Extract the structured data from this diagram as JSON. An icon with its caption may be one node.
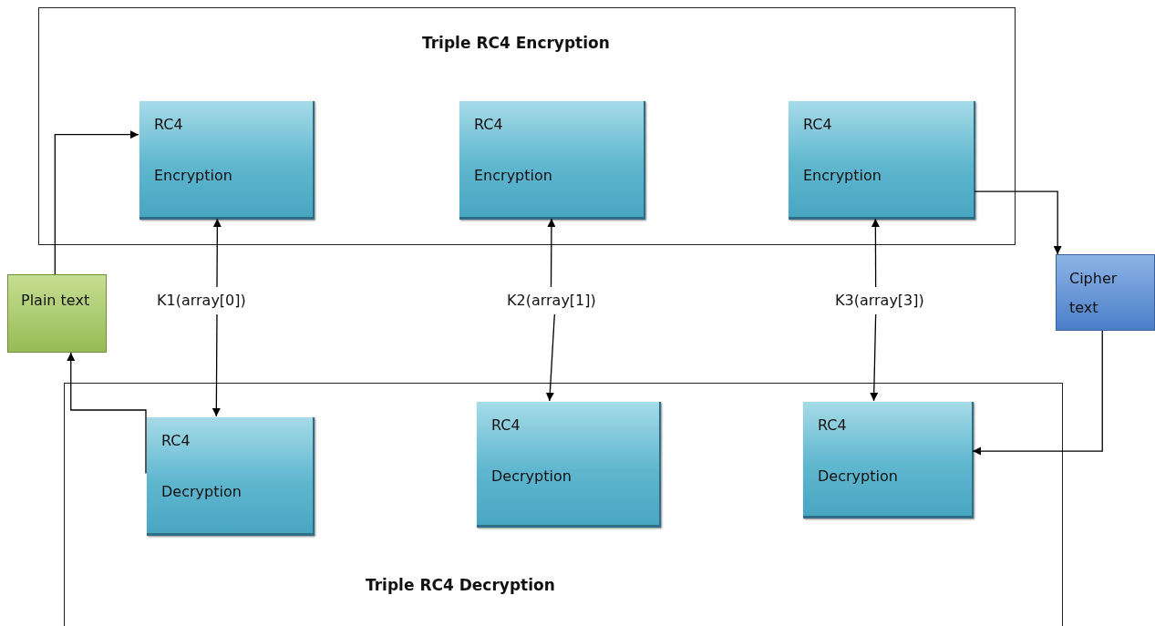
{
  "diagram": {
    "nodes": [
      {
        "text": [
          "Triple RC4 Encryption"
        ]
      },
      {
        "text": [
          "RC4",
          "Encryption"
        ],
        "in": 0
      },
      {
        "text": [
          "RC4",
          "Encryption"
        ],
        "in": 0
      },
      {
        "text": [
          "RC4",
          "Encryption"
        ],
        "in": 0
      },
      {
        "text": [
          "Plain text"
        ]
      },
      {
        "text": [
          "K1(array[0])"
        ]
      },
      {
        "text": [
          "K2(array[1])"
        ]
      },
      {
        "text": [
          "K3(array[3])"
        ]
      },
      {
        "text": [
          "Cipher text"
        ]
      },
      {
        "text": [
          "Triple RC4 Decryption"
        ]
      },
      {
        "text": [
          "RC4",
          "Decryption"
        ],
        "in": 9
      },
      {
        "text": [
          "RC4",
          "Decryption"
        ],
        "in": 9
      },
      {
        "text": [
          "RC4",
          "Decryption"
        ],
        "in": 9
      }
    ],
    "edges": [
      {
        "from": 4,
        "to": 1,
        "arrow": "to"
      },
      {
        "from": 5,
        "to": 1,
        "arrow": "to"
      },
      {
        "from": 5,
        "to": 10,
        "arrow": "to"
      },
      {
        "from": 6,
        "to": 2,
        "arrow": "to"
      },
      {
        "from": 6,
        "to": 11,
        "arrow": "to"
      },
      {
        "from": 7,
        "to": 3,
        "arrow": "to"
      },
      {
        "from": 7,
        "to": 12,
        "arrow": "to"
      },
      {
        "from": 3,
        "to": 8,
        "arrow": "to"
      },
      {
        "from": 8,
        "to": 12,
        "arrow": "to"
      },
      {
        "from": 10,
        "to": 4,
        "arrow": "to"
      }
    ]
  }
}
